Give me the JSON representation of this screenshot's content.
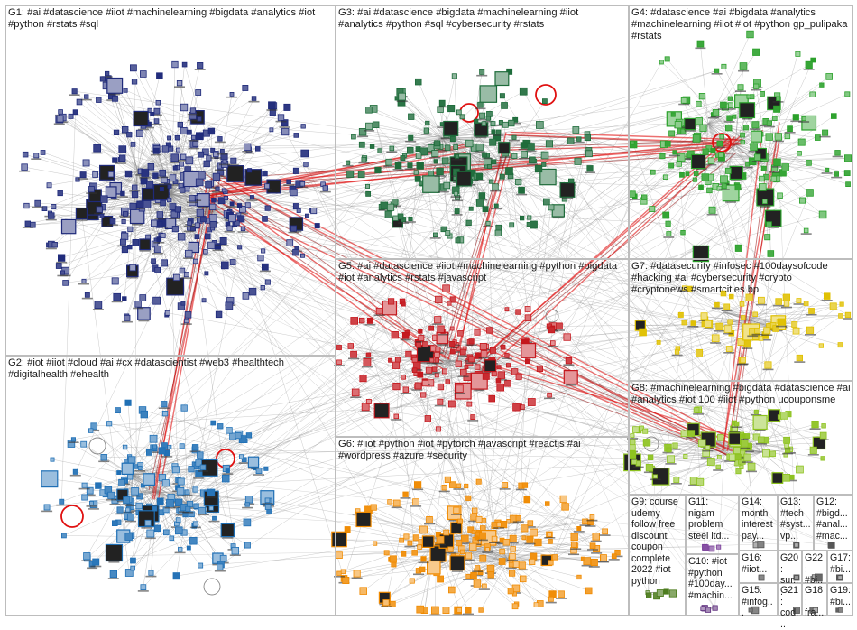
{
  "groups": [
    {
      "id": "G1",
      "label": "G1: #ai #datascience #iiot #machinelearning #bigdata #analytics #iot #python #rstats #sql",
      "color": "#1f2a7a"
    },
    {
      "id": "G2",
      "label": "G2: #iot #iiot #cloud #ai #cx #datascientist #web3 #healthtech #digitalhealth #ehealth",
      "color": "#1f6fb5"
    },
    {
      "id": "G3",
      "label": "G3: #ai #datascience #bigdata #machinelearning #iiot #analytics #python #sql #cybersecurity #rstats",
      "color": "#1d6b3a"
    },
    {
      "id": "G4",
      "label": "G4: #datascience #ai #bigdata #analytics #machinelearning #iiot #iot #python gp_pulipaka #rstats",
      "color": "#2aa02a"
    },
    {
      "id": "G5",
      "label": "G5: #ai #datascience #iiot #machinelearning #python #bigdata #iot #analytics #rstats #javascript",
      "color": "#c4161c"
    },
    {
      "id": "G6",
      "label": "G6: #iiot #python #iot #pytorch #javascript #reactjs #ai #wordpress #azure #security",
      "color": "#f08a00"
    },
    {
      "id": "G7",
      "label": "G7: #datasecurity #infosec #100daysofcode #hacking #ai #cybersecurity #crypto #cryptonews #smartcities bp",
      "color": "#e0c000"
    },
    {
      "id": "G8",
      "label": "G8: #machinelearning #bigdata #datascience #ai #analytics #iot 100 #iiot #python ucouponsme",
      "color": "#8dc21f"
    },
    {
      "id": "G9",
      "label": "G9: course udemy follow free discount coupon complete 2022 #iot python",
      "color": "#4a7a1a"
    },
    {
      "id": "G11",
      "label": "G11: nigam problem steel ltd...",
      "color": "#7a3f9a"
    },
    {
      "id": "G10",
      "label": "G10: #iot #python #100day... #machin...",
      "color": "#5a2a7a"
    },
    {
      "id": "G14",
      "label": "G14: month interest pay...",
      "color": "#555555"
    },
    {
      "id": "G16",
      "label": "G16: #iiot...",
      "color": "#555555"
    },
    {
      "id": "G15a",
      "label": "G15: #infog...",
      "color": "#555555"
    },
    {
      "id": "G13",
      "label": "G13: #tech #syst... vp...",
      "color": "#555555"
    },
    {
      "id": "G20",
      "label": "G20: sur...",
      "color": "#555555"
    },
    {
      "id": "G21",
      "label": "G21: cod...",
      "color": "#555555"
    },
    {
      "id": "G12",
      "label": "G12: #bigd... #anal... #mac...",
      "color": "#555555"
    },
    {
      "id": "G22",
      "label": "G22: #bi...",
      "color": "#555555"
    },
    {
      "id": "G17",
      "label": "G17: #bi...",
      "color": "#555555"
    },
    {
      "id": "G18",
      "label": "G18: fra...",
      "color": "#555555"
    },
    {
      "id": "G19",
      "label": "G19: #bi...",
      "color": "#555555"
    }
  ],
  "colors": {
    "edge": "#8c8c8c",
    "edge_strong": "#e01010",
    "edge_dark": "#9a2020",
    "box_border": "#bdbdbd"
  }
}
